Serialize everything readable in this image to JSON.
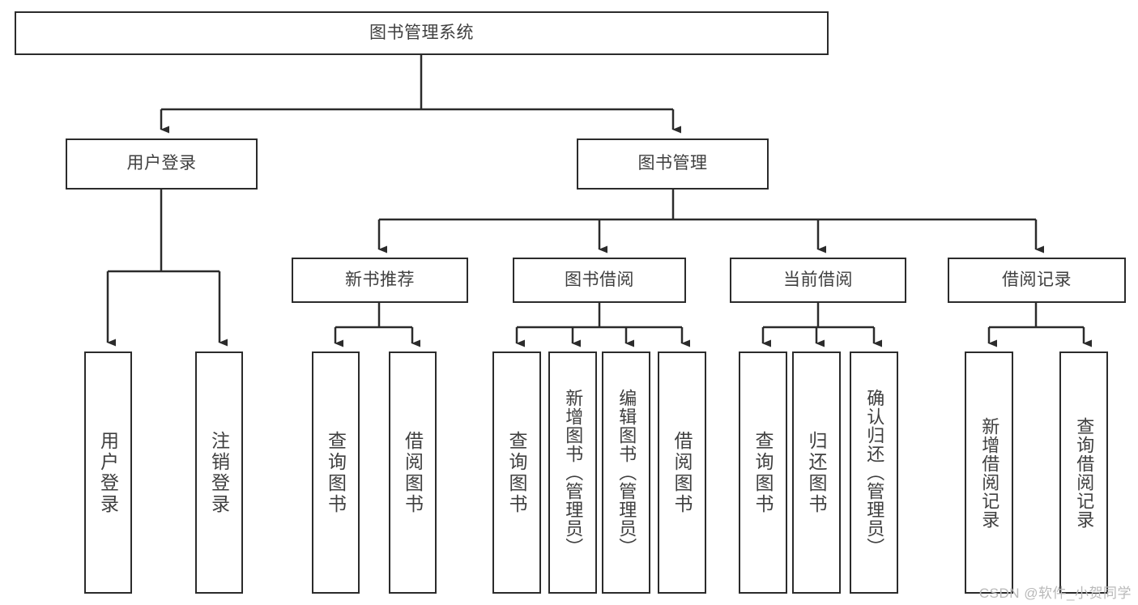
{
  "diagram": {
    "title": "图书管理系统",
    "type": "functional-structure-tree",
    "colors": {
      "box_border": "#2b2b2b",
      "box_fill": "#ffffff",
      "text": "#3f3f3f",
      "connector": "#2b2b2b",
      "watermark": "#b9b9b9",
      "background": "#ffffff"
    },
    "watermark": "CSDN @软件_小贺同学",
    "nodes": {
      "root": {
        "label": "图书管理系统"
      },
      "level2": [
        {
          "label": "用户登录"
        },
        {
          "label": "图书管理"
        }
      ],
      "level3": [
        {
          "label": "新书推荐"
        },
        {
          "label": "图书借阅"
        },
        {
          "label": "当前借阅"
        },
        {
          "label": "借阅记录"
        }
      ],
      "leaves": {
        "user_login": [
          {
            "label": "用户登录"
          },
          {
            "label": "注销登录"
          }
        ],
        "new_book_recommend": [
          {
            "label": "查询图书"
          },
          {
            "label": "借阅图书"
          }
        ],
        "book_borrow": [
          {
            "label": "查询图书"
          },
          {
            "label": "新增图书（管理员）"
          },
          {
            "label": "编辑图书（管理员）"
          },
          {
            "label": "借阅图书"
          }
        ],
        "current_borrow": [
          {
            "label": "查询图书"
          },
          {
            "label": "归还图书"
          },
          {
            "label": "确认归还（管理员）"
          }
        ],
        "borrow_record": [
          {
            "label": "新增借阅记录"
          },
          {
            "label": "查询借阅记录"
          }
        ]
      }
    }
  }
}
